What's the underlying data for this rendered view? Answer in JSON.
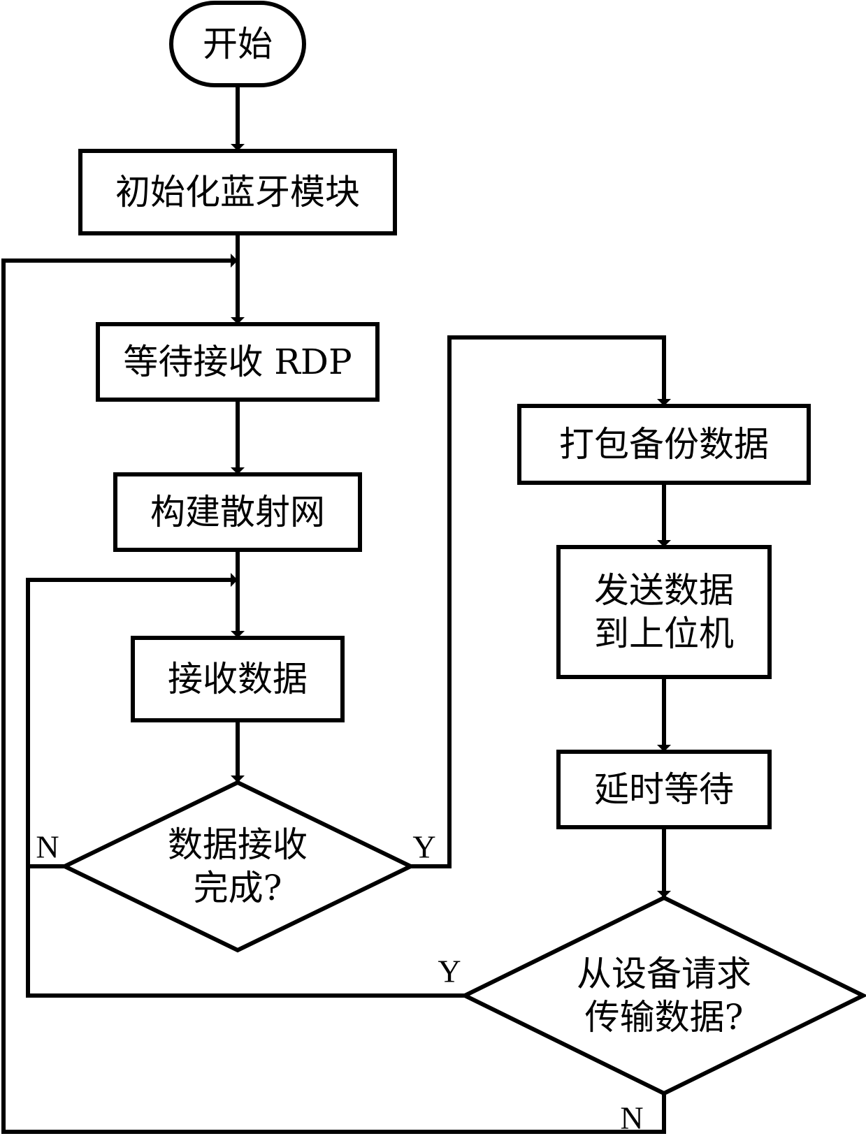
{
  "diagram": {
    "type": "flowchart",
    "nodes": [
      {
        "id": "start",
        "shape": "terminator",
        "lines": [
          "开始"
        ]
      },
      {
        "id": "init_bt",
        "shape": "process",
        "lines": [
          "初始化蓝牙模块"
        ]
      },
      {
        "id": "wait_rdp",
        "shape": "process",
        "lines": [
          "等待接收 RDP"
        ]
      },
      {
        "id": "build_scatternet",
        "shape": "process",
        "lines": [
          "构建散射网"
        ]
      },
      {
        "id": "receive_data",
        "shape": "process",
        "lines": [
          "接收数据"
        ]
      },
      {
        "id": "receive_done",
        "shape": "decision",
        "lines": [
          "数据接收",
          "完成?"
        ]
      },
      {
        "id": "pack_backup",
        "shape": "process",
        "lines": [
          "打包备份数据"
        ]
      },
      {
        "id": "send_host",
        "shape": "process",
        "lines": [
          "发送数据",
          "到上位机"
        ]
      },
      {
        "id": "delay_wait",
        "shape": "process",
        "lines": [
          "延时等待"
        ]
      },
      {
        "id": "slave_request",
        "shape": "decision",
        "lines": [
          "从设备请求",
          "传输数据?"
        ]
      }
    ],
    "edges": [
      {
        "from": "start",
        "to": "init_bt",
        "label": ""
      },
      {
        "from": "init_bt",
        "to": "wait_rdp",
        "label": ""
      },
      {
        "from": "wait_rdp",
        "to": "build_scatternet",
        "label": ""
      },
      {
        "from": "build_scatternet",
        "to": "receive_data",
        "label": ""
      },
      {
        "from": "receive_data",
        "to": "receive_done",
        "label": ""
      },
      {
        "from": "receive_done",
        "to": "receive_data",
        "label": "N"
      },
      {
        "from": "receive_done",
        "to": "pack_backup",
        "label": "Y"
      },
      {
        "from": "pack_backup",
        "to": "send_host",
        "label": ""
      },
      {
        "from": "send_host",
        "to": "delay_wait",
        "label": ""
      },
      {
        "from": "delay_wait",
        "to": "slave_request",
        "label": ""
      },
      {
        "from": "slave_request",
        "to": "receive_data",
        "label": "Y"
      },
      {
        "from": "slave_request",
        "to": "wait_rdp",
        "label": "N"
      }
    ]
  }
}
